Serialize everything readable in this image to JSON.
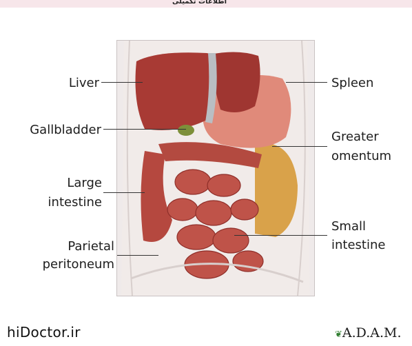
{
  "header": {
    "text": "اطلاعات تکمیلی"
  },
  "diagram": {
    "labels": {
      "liver": "Liver",
      "gallbladder": "Gallbladder",
      "large_intestine_1": "Large",
      "large_intestine_2": "intestine",
      "parietal_1": "Parietal",
      "parietal_2": "peritoneum",
      "spleen": "Spleen",
      "greater_1": "Greater",
      "greater_2": "omentum",
      "small_1": "Small",
      "small_2": "intestine"
    }
  },
  "footer": {
    "site": "hiDoctor.ir",
    "brand": "A.D.A.M."
  },
  "colors": {
    "organ": "#b5483f",
    "liver": "#a83a34",
    "stomach": "#e08a7a",
    "fat": "#d9a24a",
    "background": "#efeaea"
  }
}
